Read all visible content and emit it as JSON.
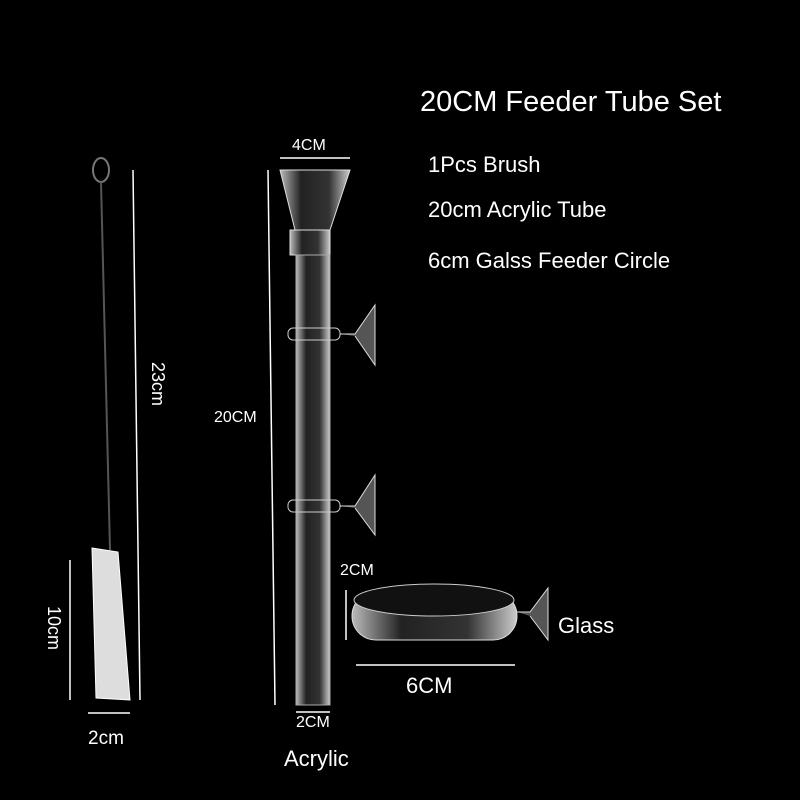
{
  "title": "20CM Feeder Tube Set",
  "features": [
    "1Pcs Brush",
    "20cm Acrylic Tube",
    "6cm Galss Feeder Circle"
  ],
  "brush": {
    "length_label": "23cm",
    "bristle_label": "10cm",
    "width_label": "2cm"
  },
  "tube": {
    "top_width_label": "4CM",
    "height_label": "20CM",
    "bottom_width_label": "2CM",
    "material_label": "Acrylic"
  },
  "ring": {
    "height_label": "2CM",
    "width_label": "6CM",
    "material_label": "Glass"
  }
}
